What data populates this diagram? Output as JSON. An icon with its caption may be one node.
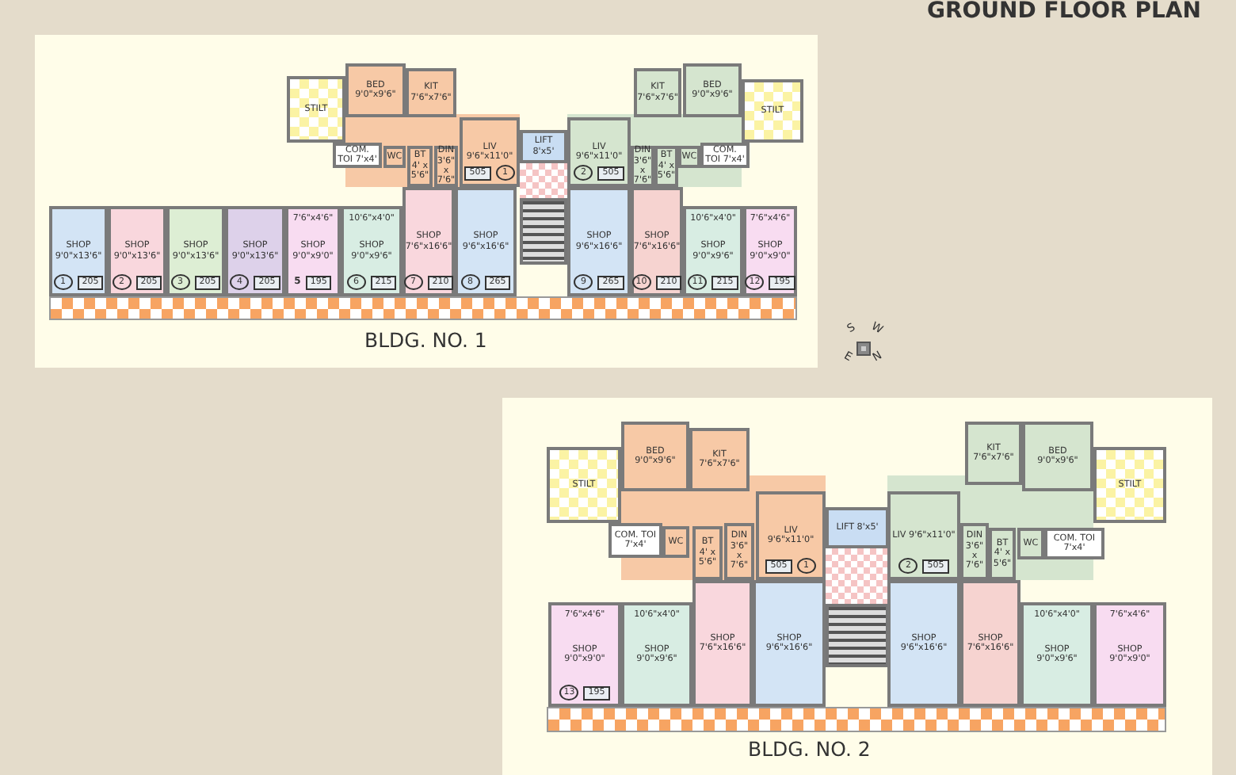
{
  "diagram": {
    "title": "GROUND FLOOR PLAN",
    "nodes": [
      {
        "text": [
          "BLDG. NO. 1"
        ]
      },
      {
        "text": [
          "STILT"
        ],
        "in": 0
      },
      {
        "text": [
          "BED 9'0\"x9'6\""
        ],
        "in": 0
      },
      {
        "text": [
          "KIT 7'6\"x7'6\""
        ],
        "in": 0
      },
      {
        "text": [
          "COM. TOI 7'x4'"
        ],
        "in": 0
      },
      {
        "text": [
          "WC"
        ],
        "in": 0
      },
      {
        "text": [
          "BT 4' x 5'6\""
        ],
        "in": 0
      },
      {
        "text": [
          "DIN 3'6\" x 7'6\""
        ],
        "in": 0
      },
      {
        "text": [
          "LIV 9'6\"x11'0\"",
          "505",
          "1"
        ],
        "in": 0
      },
      {
        "text": [
          "LIFT 8'x5'"
        ],
        "in": 0
      },
      {
        "text": [
          "LIV 9'6\"x11'0\"",
          "2",
          "505"
        ],
        "in": 0
      },
      {
        "text": [
          "KIT 7'6\"x7'6\""
        ],
        "in": 0
      },
      {
        "text": [
          "BED 9'0\"x9'6\""
        ],
        "in": 0
      },
      {
        "text": [
          "STILT"
        ],
        "in": 0
      },
      {
        "text": [
          "DIN 3'6\" x 7'6\""
        ],
        "in": 0
      },
      {
        "text": [
          "BT 4' x 5'6\""
        ],
        "in": 0
      },
      {
        "text": [
          "WC"
        ],
        "in": 0
      },
      {
        "text": [
          "COM. TOI 7'x4'"
        ],
        "in": 0
      },
      {
        "text": [
          "SHOP 9'0\"x13'6\"",
          "1",
          "205"
        ],
        "in": 0
      },
      {
        "text": [
          "SHOP 9'0\"x13'6\"",
          "2",
          "205"
        ],
        "in": 0
      },
      {
        "text": [
          "SHOP 9'0\"x13'6\"",
          "3",
          "205"
        ],
        "in": 0
      },
      {
        "text": [
          "SHOP 9'0\"x13'6\"",
          "4",
          "205"
        ],
        "in": 0
      },
      {
        "text": [
          "7'6\"x4'6\"",
          "SHOP 9'0\"x9'0\"",
          "5",
          "195"
        ],
        "in": 0
      },
      {
        "text": [
          "10'6\"x4'0\"",
          "SHOP 9'0\"x9'6\"",
          "6",
          "215"
        ],
        "in": 0
      },
      {
        "text": [
          "SHOP 7'6\"x16'6\"",
          "7",
          "210"
        ],
        "in": 0
      },
      {
        "text": [
          "SHOP 9'6\"x16'6\"",
          "8",
          "265"
        ],
        "in": 0
      },
      {
        "text": [
          "SHOP 9'6\"x16'6\"",
          "9",
          "265"
        ],
        "in": 0
      },
      {
        "text": [
          "SHOP 7'6\"x16'6\"",
          "10",
          "210"
        ],
        "in": 0
      },
      {
        "text": [
          "10'6\"x4'0\"",
          "SHOP 9'0\"x9'6\"",
          "11",
          "215"
        ],
        "in": 0
      },
      {
        "text": [
          "7'6\"x4'6\"",
          "SHOP 9'0\"x9'0\"",
          "12",
          "195"
        ],
        "in": 0
      },
      {
        "text": [
          "BLDG. NO. 2"
        ]
      },
      {
        "text": [
          "STILT"
        ],
        "in": 30
      },
      {
        "text": [
          "BED 9'0\"x9'6\""
        ],
        "in": 30
      },
      {
        "text": [
          "KIT 7'6\"x7'6\""
        ],
        "in": 30
      },
      {
        "text": [
          "COM. TOI 7'x4'"
        ],
        "in": 30
      },
      {
        "text": [
          "WC"
        ],
        "in": 30
      },
      {
        "text": [
          "BT 4' x 5'6\""
        ],
        "in": 30
      },
      {
        "text": [
          "DIN 3'6\" x 7'6\""
        ],
        "in": 30
      },
      {
        "text": [
          "LIV 9'6\"x11'0\"",
          "505",
          "1"
        ],
        "in": 30
      },
      {
        "text": [
          "LIFT 8'x5'"
        ],
        "in": 30
      },
      {
        "text": [
          "LIV 9'6\"x11'0\"",
          "2",
          "505"
        ],
        "in": 30
      },
      {
        "text": [
          "KIT 7'6\"x7'6\""
        ],
        "in": 30
      },
      {
        "text": [
          "BED 9'0\"x9'6\""
        ],
        "in": 30
      },
      {
        "text": [
          "STILT"
        ],
        "in": 30
      },
      {
        "text": [
          "DIN 3'6\" x 7'6\""
        ],
        "in": 30
      },
      {
        "text": [
          "BT 4' x 5'6\""
        ],
        "in": 30
      },
      {
        "text": [
          "WC"
        ],
        "in": 30
      },
      {
        "text": [
          "COM. TOI 7'x4'"
        ],
        "in": 30
      },
      {
        "text": [
          "7'6\"x4'6\"",
          "SHOP 9'0\"x9'0\"",
          "13",
          "195"
        ],
        "in": 30
      },
      {
        "text": [
          "10'6\"x4'0\"",
          "SHOP 9'0\"x9'6\""
        ],
        "in": 30
      },
      {
        "text": [
          "SHOP 7'6\"x16'6\""
        ],
        "in": 30
      },
      {
        "text": [
          "SHOP 9'6\"x16'6\""
        ],
        "in": 30
      },
      {
        "text": [
          "SHOP 9'6\"x16'6\""
        ],
        "in": 30
      },
      {
        "text": [
          "SHOP 7'6\"x16'6\""
        ],
        "in": 30
      },
      {
        "text": [
          "10'6\"x4'0\"",
          "SHOP 9'0\"x9'6\""
        ],
        "in": 30
      },
      {
        "text": [
          "7'6\"x4'6\"",
          "SHOP 9'0\"x9'0\""
        ],
        "in": 30
      }
    ],
    "edges": [],
    "labels": [
      "S",
      "W",
      "E",
      "N"
    ]
  }
}
